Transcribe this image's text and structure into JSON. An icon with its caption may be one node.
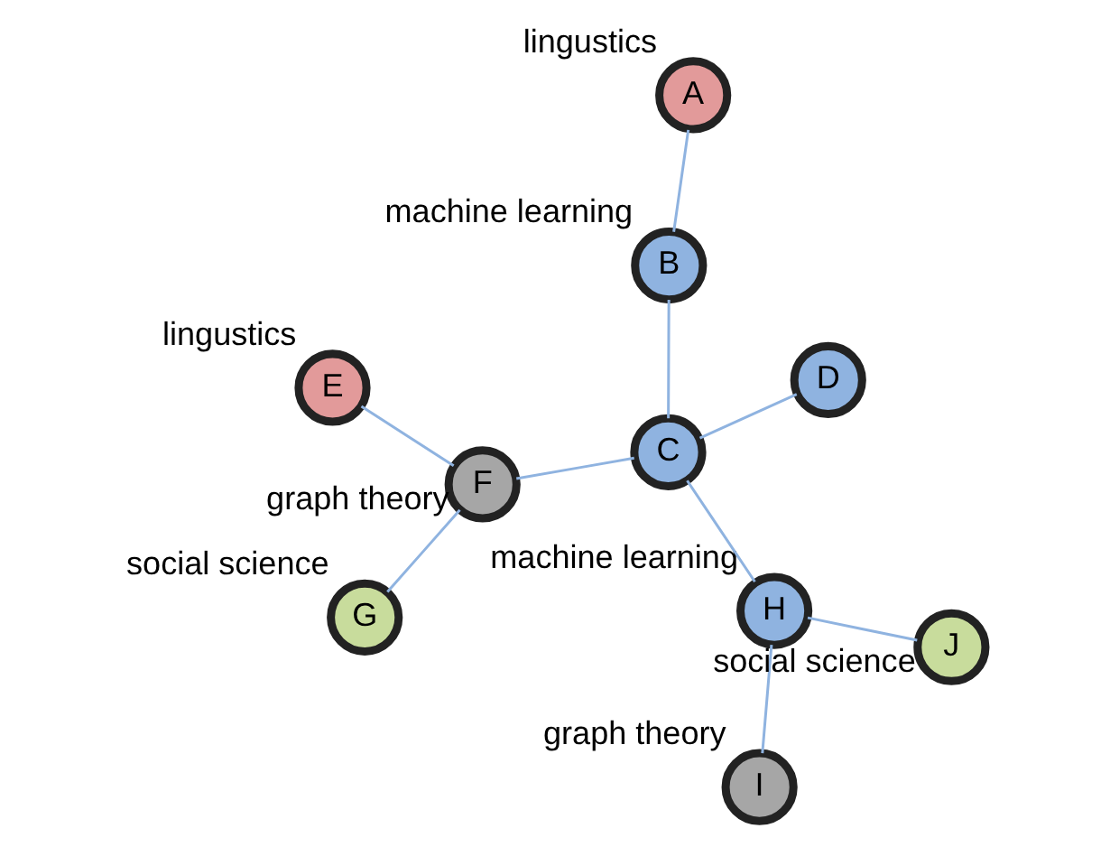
{
  "diagram": {
    "nodes": [
      {
        "text": [
          "A"
        ],
        "beside": [
          "lingustics"
        ]
      },
      {
        "text": [
          "B"
        ],
        "beside": [
          "machine learning"
        ]
      },
      {
        "text": [
          "C"
        ]
      },
      {
        "text": [
          "D"
        ]
      },
      {
        "text": [
          "E"
        ],
        "beside": [
          "lingustics"
        ]
      },
      {
        "text": [
          "F"
        ],
        "beside": [
          "graph theory"
        ]
      },
      {
        "text": [
          "G"
        ],
        "beside": [
          "social science"
        ]
      },
      {
        "text": [
          "H"
        ],
        "beside": [
          "machine learning"
        ]
      },
      {
        "text": [
          "I"
        ],
        "beside": [
          "graph theory"
        ]
      },
      {
        "text": [
          "J"
        ],
        "beside": [
          "social science"
        ]
      }
    ],
    "edges": [
      {
        "from": 1,
        "to": 0,
        "arrow": "none"
      },
      {
        "from": 1,
        "to": 2,
        "arrow": "none"
      },
      {
        "from": 2,
        "to": 3,
        "arrow": "none"
      },
      {
        "from": 2,
        "to": 5,
        "arrow": "none"
      },
      {
        "from": 2,
        "to": 7,
        "arrow": "none"
      },
      {
        "from": 5,
        "to": 4,
        "arrow": "none"
      },
      {
        "from": 5,
        "to": 6,
        "arrow": "none"
      },
      {
        "from": 7,
        "to": 8,
        "arrow": "none"
      },
      {
        "from": 7,
        "to": 9,
        "arrow": "none"
      }
    ]
  }
}
